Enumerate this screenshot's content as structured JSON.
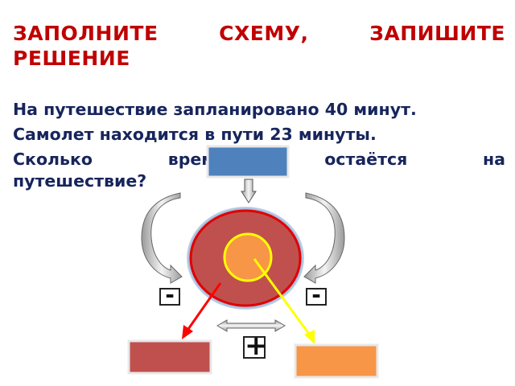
{
  "title": "ЗАПОЛНИТЕ СХЕМУ, ЗАПИШИТЕ РЕШЕНИЕ",
  "task": {
    "line1": "На путешествие запланировано 40 минут.",
    "line2": "Самолет находится в пути  23 минуты.",
    "line3": "Сколько времени остаётся на",
    "line4": "путешествие?"
  },
  "scheme": {
    "minus_left": "-",
    "minus_right": "-",
    "plus": "+",
    "colors": {
      "top_box": "#4f81bd",
      "outer_circle": "#c0504d",
      "inner_circle": "#f79646",
      "left_box": "#c0504d",
      "right_box": "#f79646",
      "red_arrow": "#ff0000",
      "yellow_arrow": "#ffff00",
      "yellow_ring": "#ffff00"
    }
  }
}
